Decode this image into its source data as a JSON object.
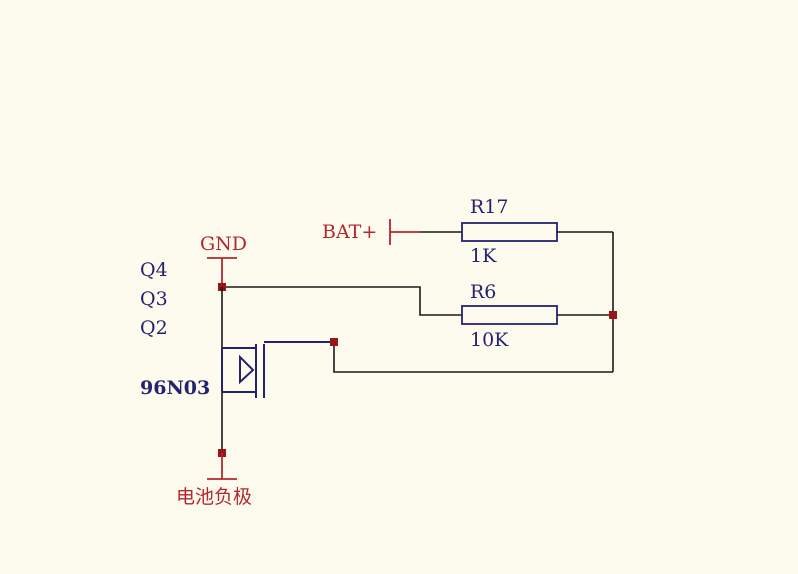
{
  "schematic": {
    "power_labels": {
      "bat_plus": "BAT+",
      "gnd": "GND",
      "battery_negative": "电池负极"
    },
    "resistors": [
      {
        "designator": "R17",
        "value": "1K"
      },
      {
        "designator": "R6",
        "value": "10K"
      }
    ],
    "mosfet": {
      "designators": [
        "Q4",
        "Q3",
        "Q2"
      ],
      "part_number": "96N03"
    },
    "colors": {
      "background": "#fdfaee",
      "wire": "#1a1a1a",
      "pin_and_power": "#b3282d",
      "component": "#24246e",
      "junction": "#9a1518"
    }
  }
}
